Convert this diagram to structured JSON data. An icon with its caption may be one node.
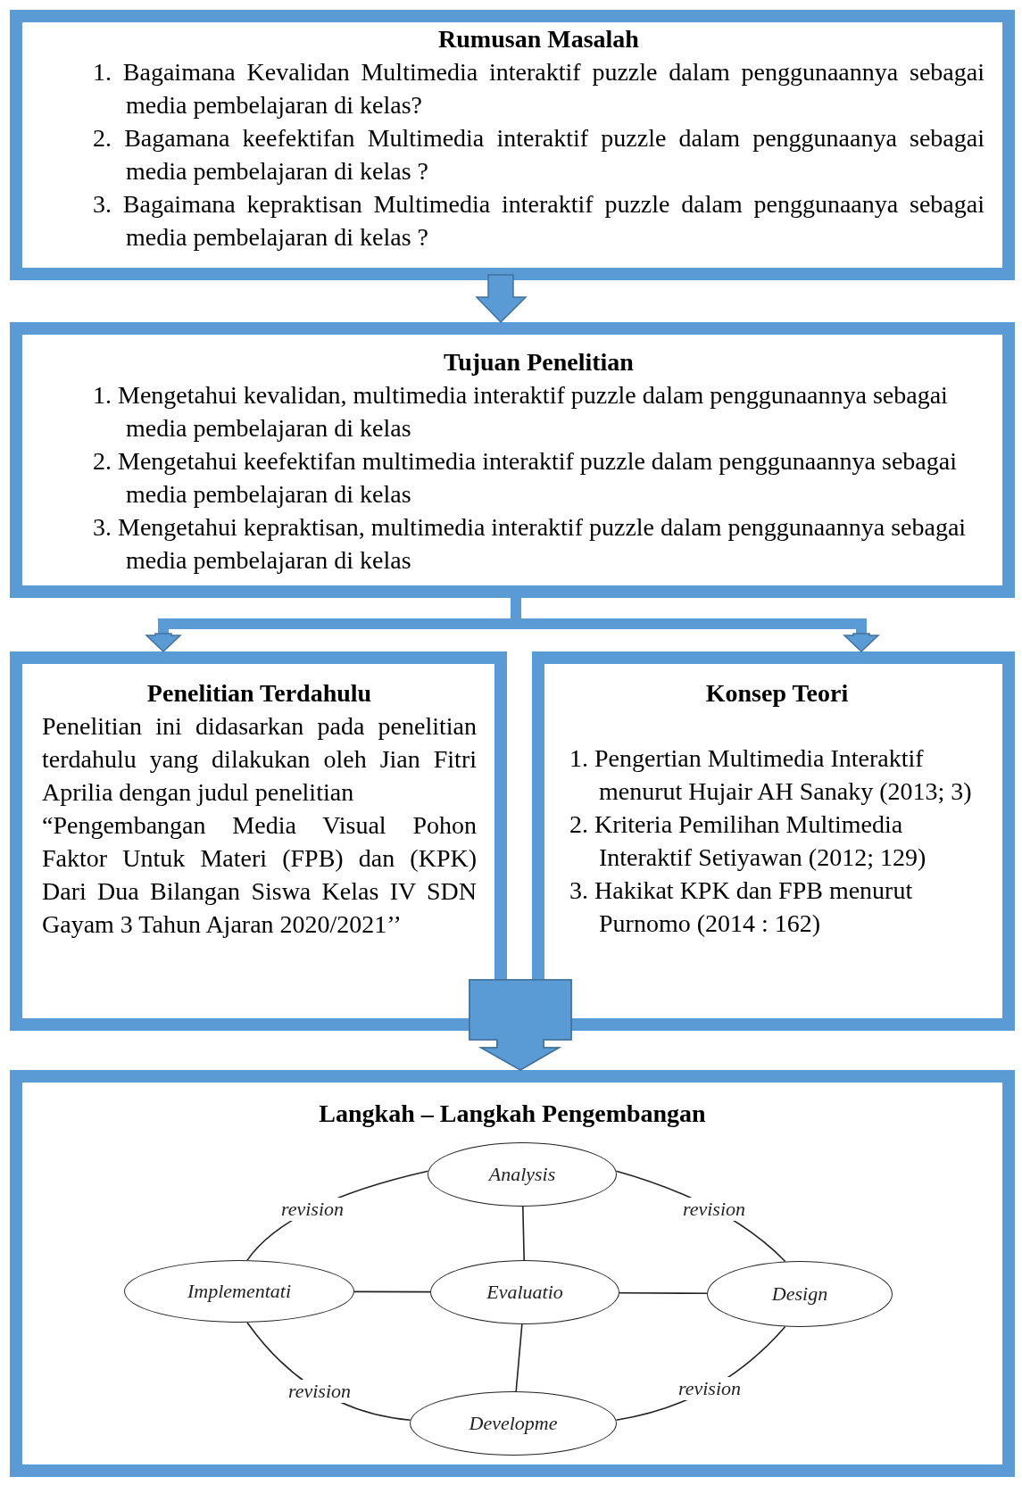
{
  "diagram": {
    "nodes": [
      {
        "text": [
          "Rumusan Masalah",
          "1. Bagaimana Kevalidan Multimedia interaktif puzzle dalam penggunaannya sebagai media pembelajaran di kelas?",
          "2. Bagamana keefektifan Multimedia interaktif puzzle dalam penggunaanya sebagai media pembelajaran di kelas ?",
          "3. Bagaimana kepraktisan Multimedia interaktif puzzle dalam penggunaanya sebagai media pembelajaran di kelas ?"
        ]
      },
      {
        "text": [
          "Tujuan Penelitian",
          "1. Mengetahui kevalidan, multimedia interaktif puzzle dalam penggunaannya sebagai media pembelajaran di kelas",
          "2. Mengetahui keefektifan multimedia interaktif puzzle dalam penggunaannya sebagai media pembelajaran di kelas",
          "3. Mengetahui kepraktisan, multimedia interaktif puzzle dalam penggunaannya sebagai media pembelajaran di kelas"
        ]
      },
      {
        "text": [
          "Penelitian Terdahulu",
          "Penelitian ini didasarkan pada penelitian terdahulu yang dilakukan oleh Jian Fitri Aprilia dengan judul penelitian",
          "“Pengembangan Media Visual Pohon Faktor Untuk Materi (FPB) dan (KPK) Dari Dua Bilangan Siswa Kelas IV SDN Gayam 3 Tahun Ajaran 2020/2021’’"
        ]
      },
      {
        "text": [
          "Konsep Teori",
          "1. Pengertian Multimedia Interaktif menurut Hujair AH Sanaky (2013; 3)",
          "2. Kriteria Pemilihan Multimedia Interaktif Setiyawan (2012; 129)",
          "3. Hakikat KPK dan FPB menurut Purnomo (2014 : 162)"
        ]
      },
      {
        "text": [
          "Langkah – Langkah Pengembangan"
        ]
      },
      {
        "text": [
          "Analysis"
        ],
        "in": 4
      },
      {
        "text": [
          "Implementati"
        ],
        "in": 4
      },
      {
        "text": [
          "Evaluatio"
        ],
        "in": 4
      },
      {
        "text": [
          "Design"
        ],
        "in": 4
      },
      {
        "text": [
          "Developme"
        ],
        "in": 4
      }
    ],
    "edges": [
      {
        "from": 0,
        "to": 1,
        "arrow": "to",
        "style": "thick",
        "color": "#5b9bd5"
      },
      {
        "from": 1,
        "to": 2,
        "arrow": "to",
        "style": "thick",
        "color": "#5b9bd5"
      },
      {
        "from": 1,
        "to": 3,
        "arrow": "to",
        "style": "thick",
        "color": "#5b9bd5"
      },
      {
        "from": 2,
        "to": 4,
        "arrow": "to",
        "style": "thick",
        "color": "#5b9bd5"
      },
      {
        "from": 3,
        "to": 4,
        "arrow": "to",
        "style": "thick",
        "color": "#5b9bd5"
      },
      {
        "from": 5,
        "to": 7,
        "arrow": "none"
      },
      {
        "from": 6,
        "to": 7,
        "arrow": "none"
      },
      {
        "from": 7,
        "to": 8,
        "arrow": "none"
      },
      {
        "from": 7,
        "to": 9,
        "arrow": "none"
      },
      {
        "from": 5,
        "to": 8,
        "arrow": "none",
        "label": "revision"
      },
      {
        "from": 8,
        "to": 9,
        "arrow": "none",
        "label": "revision"
      },
      {
        "from": 9,
        "to": 6,
        "arrow": "none",
        "label": "revision"
      },
      {
        "from": 6,
        "to": 5,
        "arrow": "none",
        "label": "revision"
      }
    ]
  }
}
